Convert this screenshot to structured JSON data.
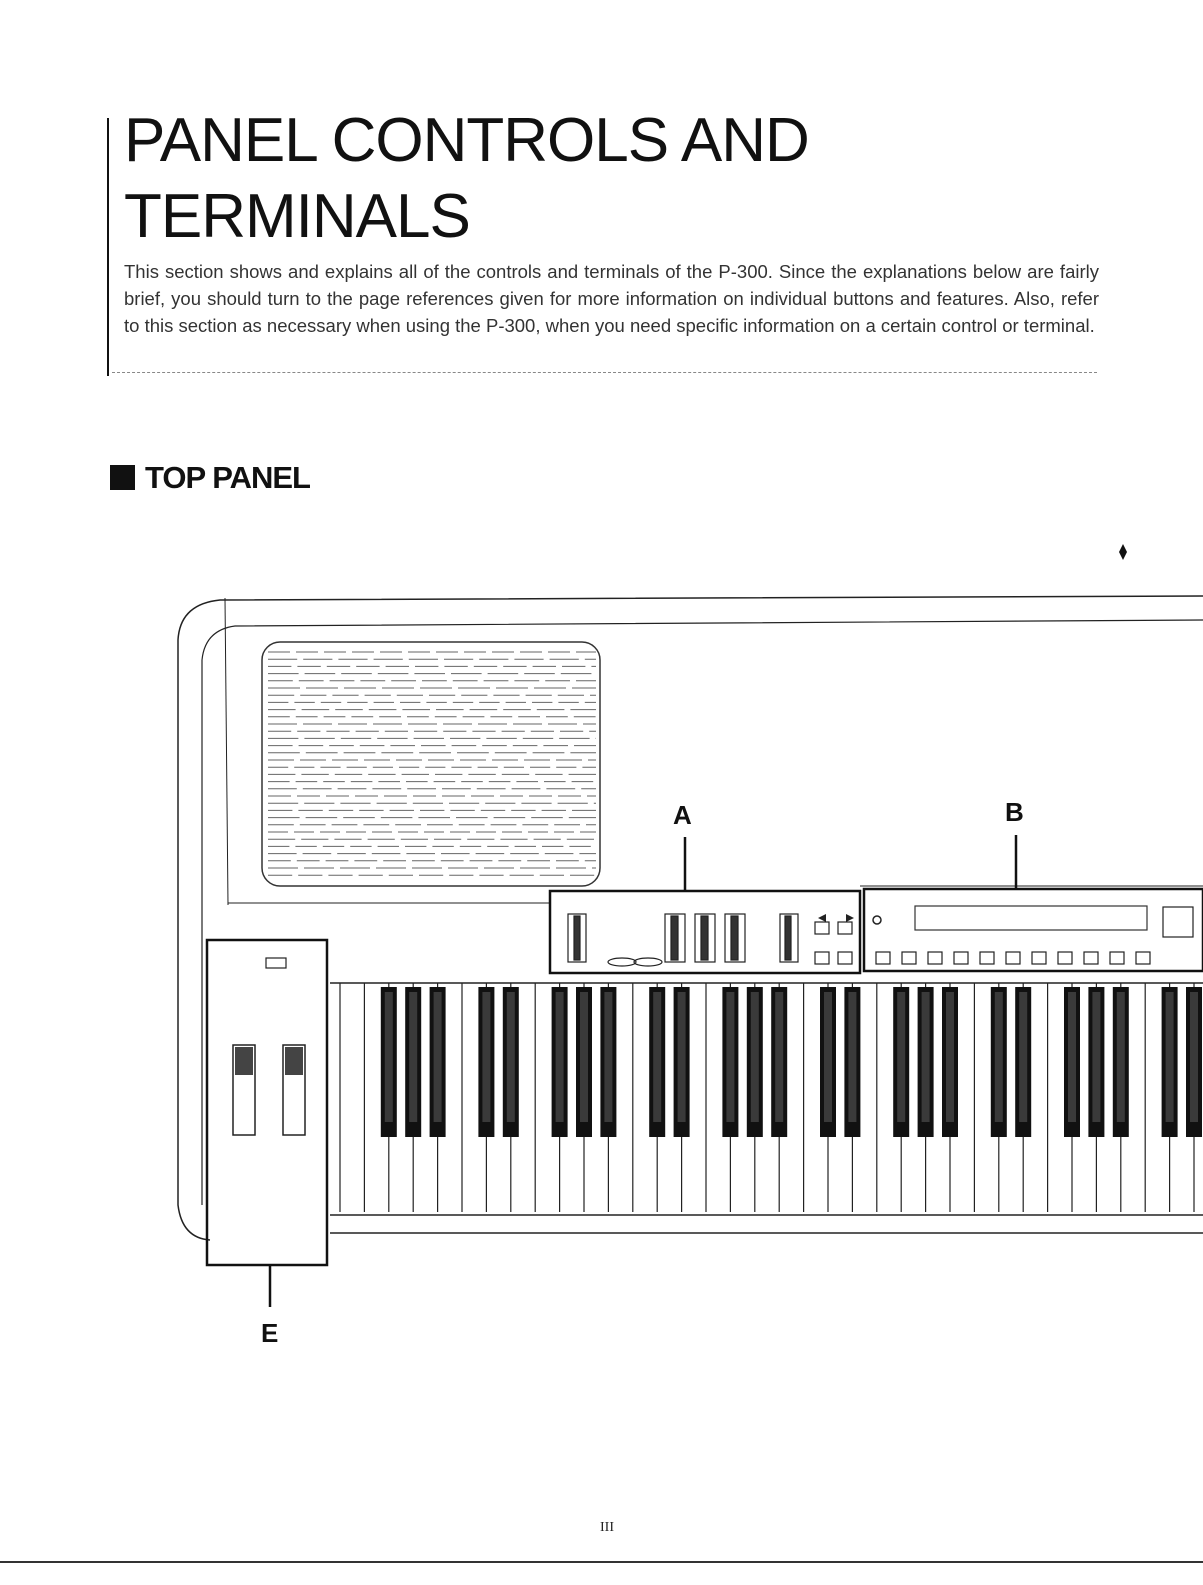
{
  "title": {
    "line1": "PANEL CONTROLS AND",
    "line2": "TERMINALS"
  },
  "intro": "This section shows and explains all of the controls and terminals of the P-300. Since the explanations below are fairly brief, you should turn to the page references given for more information on individual buttons and features. Also, refer to this section as necessary when using the P-300, when you need specific information on a certain control or terminal.",
  "section": {
    "heading": "TOP PANEL"
  },
  "callouts": {
    "a": "A",
    "b": "B",
    "e": "E"
  },
  "footer": {
    "page_number": "III"
  }
}
